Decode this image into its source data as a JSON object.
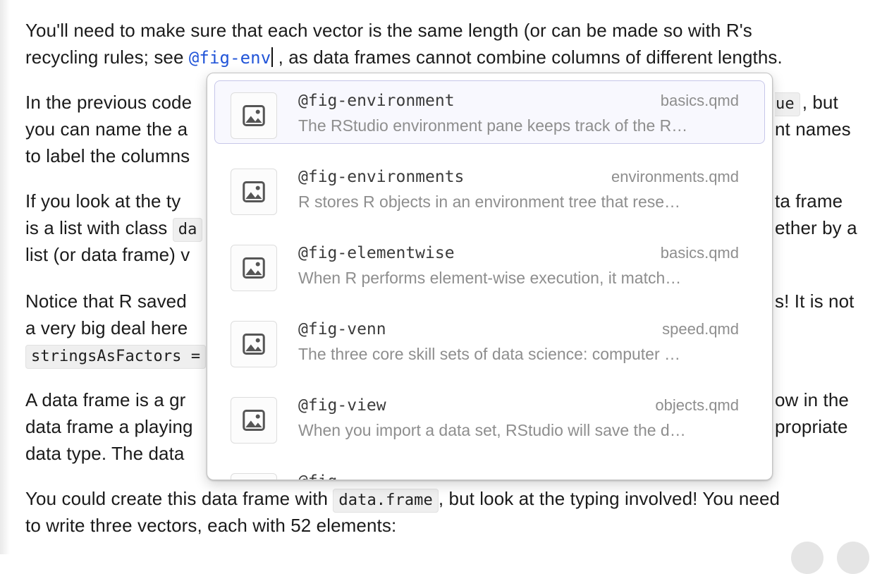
{
  "accent_colors": {
    "reference_blue": "#2255d8",
    "selected_border": "#c7c7e9",
    "selected_bg": "#f8f8fe",
    "code_chip_bg": "#efefef"
  },
  "icons": {
    "completion_thumbnail": "image-icon",
    "fab_buttons": "circle-button"
  },
  "document": {
    "p1_l1": "You'll need to make sure that each vector is the same length (or can be made so with R's",
    "p1_l2_pre": "recycling rules; see ",
    "p1_l2_ref": "@fig-env",
    "p1_l2_post": " , as data frames cannot combine columns of different lengths.",
    "p2_l1_left": "In the previous code",
    "p2_l1_right_code": "ue",
    "p2_l1_right_post": ", but",
    "p2_l2_left": "you can name the a",
    "p2_l2_right": "nt names",
    "p2_l3_left": "to label the columns",
    "p3_l1_left": "If you look at the ty",
    "p3_l1_right": "ta frame",
    "p3_l2_left_pre": "is a list with class ",
    "p3_l2_left_code": "da",
    "p3_l2_right": "ether by a",
    "p3_l3_left": "list (or data frame) v",
    "p4_l1_left": "Notice that R saved",
    "p4_l1_right": "s! It is not",
    "p4_l2_left": "a very big deal here",
    "p4_l3_code": "stringsAsFactors =",
    "p5_l1_left": "A data frame is a gr",
    "p5_l1_right": "ow in the",
    "p5_l2_left": "data frame a playing",
    "p5_l2_right": "propriate",
    "p5_l3_left": "data type. The data",
    "p6_l1_pre": "You could create this data frame with ",
    "p6_l1_code": "data.frame",
    "p6_l1_post": ", but look at the typing involved! You need",
    "p6_l2": "to write three vectors, each with 52 elements:"
  },
  "popup": {
    "items": [
      {
        "label": "@fig-environment",
        "file": "basics.qmd",
        "desc": "The RStudio environment pane keeps track of the R…",
        "selected": true
      },
      {
        "label": "@fig-environments",
        "file": "environments.qmd",
        "desc": "R stores R objects in an environment tree that rese…",
        "selected": false
      },
      {
        "label": "@fig-elementwise",
        "file": "basics.qmd",
        "desc": "When R performs element-wise execution, it match…",
        "selected": false
      },
      {
        "label": "@fig-venn",
        "file": "speed.qmd",
        "desc": "The three core skill sets of data science: computer …",
        "selected": false
      },
      {
        "label": "@fig-view",
        "file": "objects.qmd",
        "desc": "When you import a data set, RStudio will save the d…",
        "selected": false
      },
      {
        "label": "@fig-",
        "file": "",
        "desc": "",
        "selected": false
      }
    ]
  }
}
